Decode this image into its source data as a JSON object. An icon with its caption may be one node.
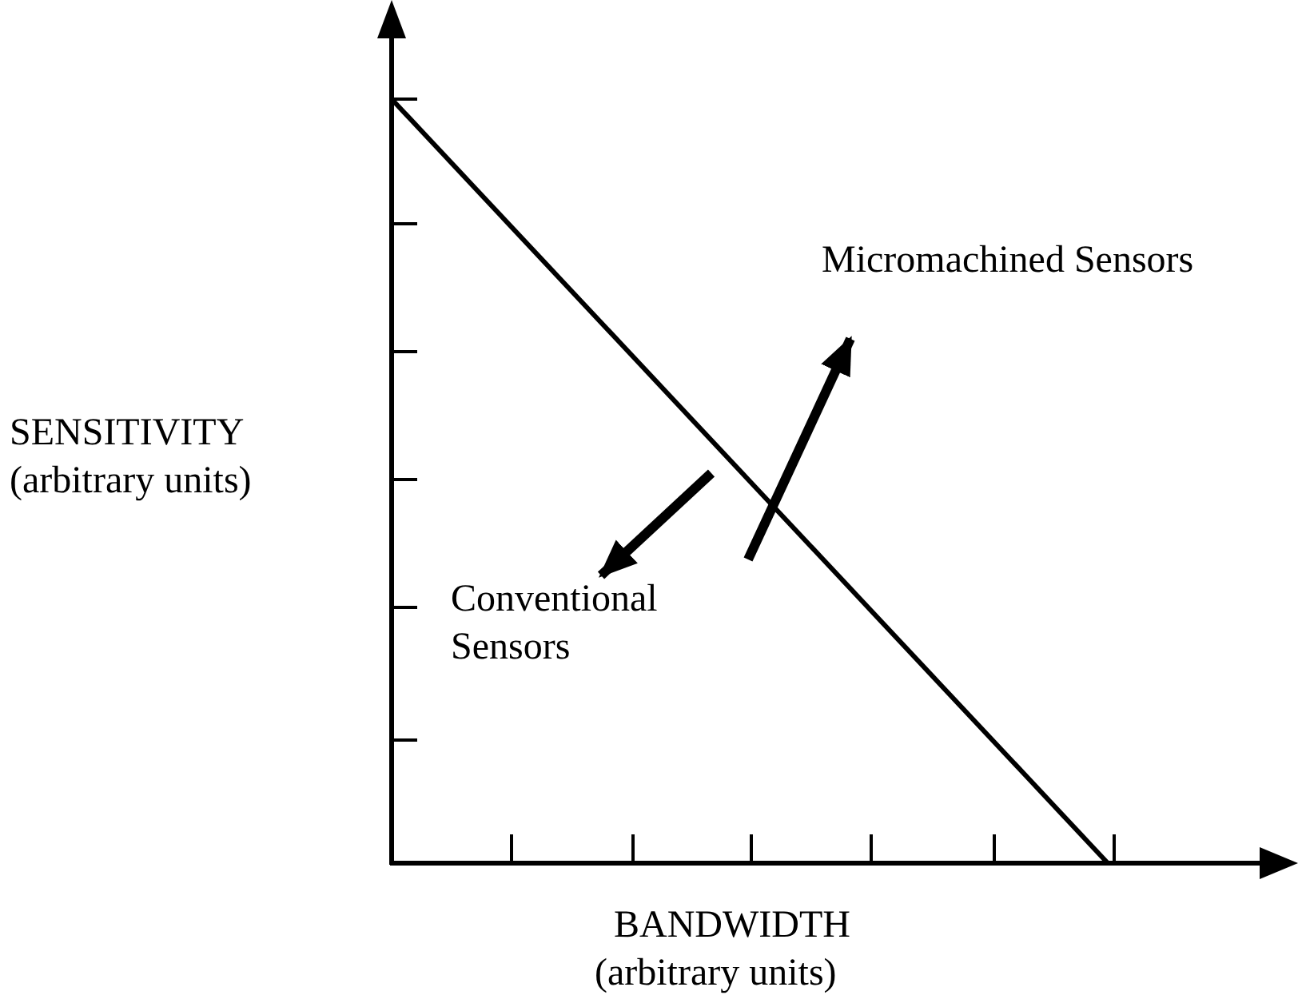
{
  "diagram": {
    "nodes": [
      {
        "text": [
          "Micromachined Sensors"
        ]
      },
      {
        "text": [
          "Conventional Sensors"
        ]
      }
    ],
    "edges": [
      {
        "from": null,
        "to": 0,
        "arrow": "to"
      },
      {
        "from": null,
        "to": 1,
        "arrow": "to"
      }
    ],
    "labels": [
      "SENSITIVITY",
      "(arbitrary units)",
      "BANDWIDTH",
      "(arbitrary units)"
    ]
  }
}
